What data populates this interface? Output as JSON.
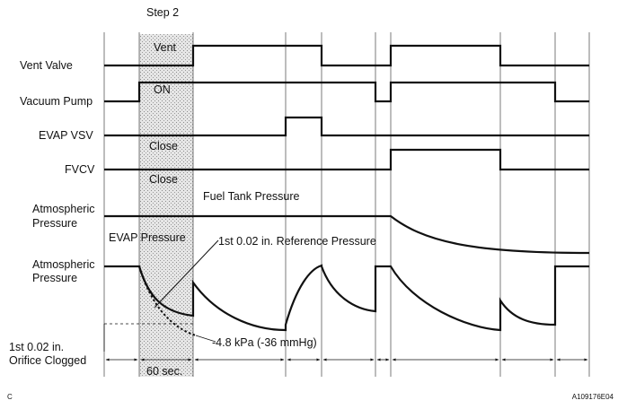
{
  "step_label": "Step 2",
  "signals": {
    "vent_valve": "Vent Valve",
    "vacuum_pump": "Vacuum Pump",
    "evap_vsv": "EVAP VSV",
    "fvcv": "FVCV"
  },
  "pressure_axis": {
    "fuel_tank_atm_line1": "Atmospheric",
    "fuel_tank_atm_line2": "Pressure",
    "evap_atm_line1": "Atmospheric",
    "evap_atm_line2": "Pressure"
  },
  "step_annotations": {
    "vent": "Vent",
    "on": "ON",
    "close_vsv": "Close",
    "close_fvcv": "Close",
    "evap_pressure": "EVAP Pressure",
    "duration": "60 sec."
  },
  "annotations": {
    "fuel_tank_pressure": "Fuel Tank Pressure",
    "reference_pressure": "1st 0.02 in. Reference Pressure",
    "threshold": "-4.8 kPa (-36 mmHg)",
    "clogged_line1": "1st 0.02 in.",
    "clogged_line2": "Orifice Clogged"
  },
  "corner_letter": "C",
  "figure_id": "A109176E04"
}
